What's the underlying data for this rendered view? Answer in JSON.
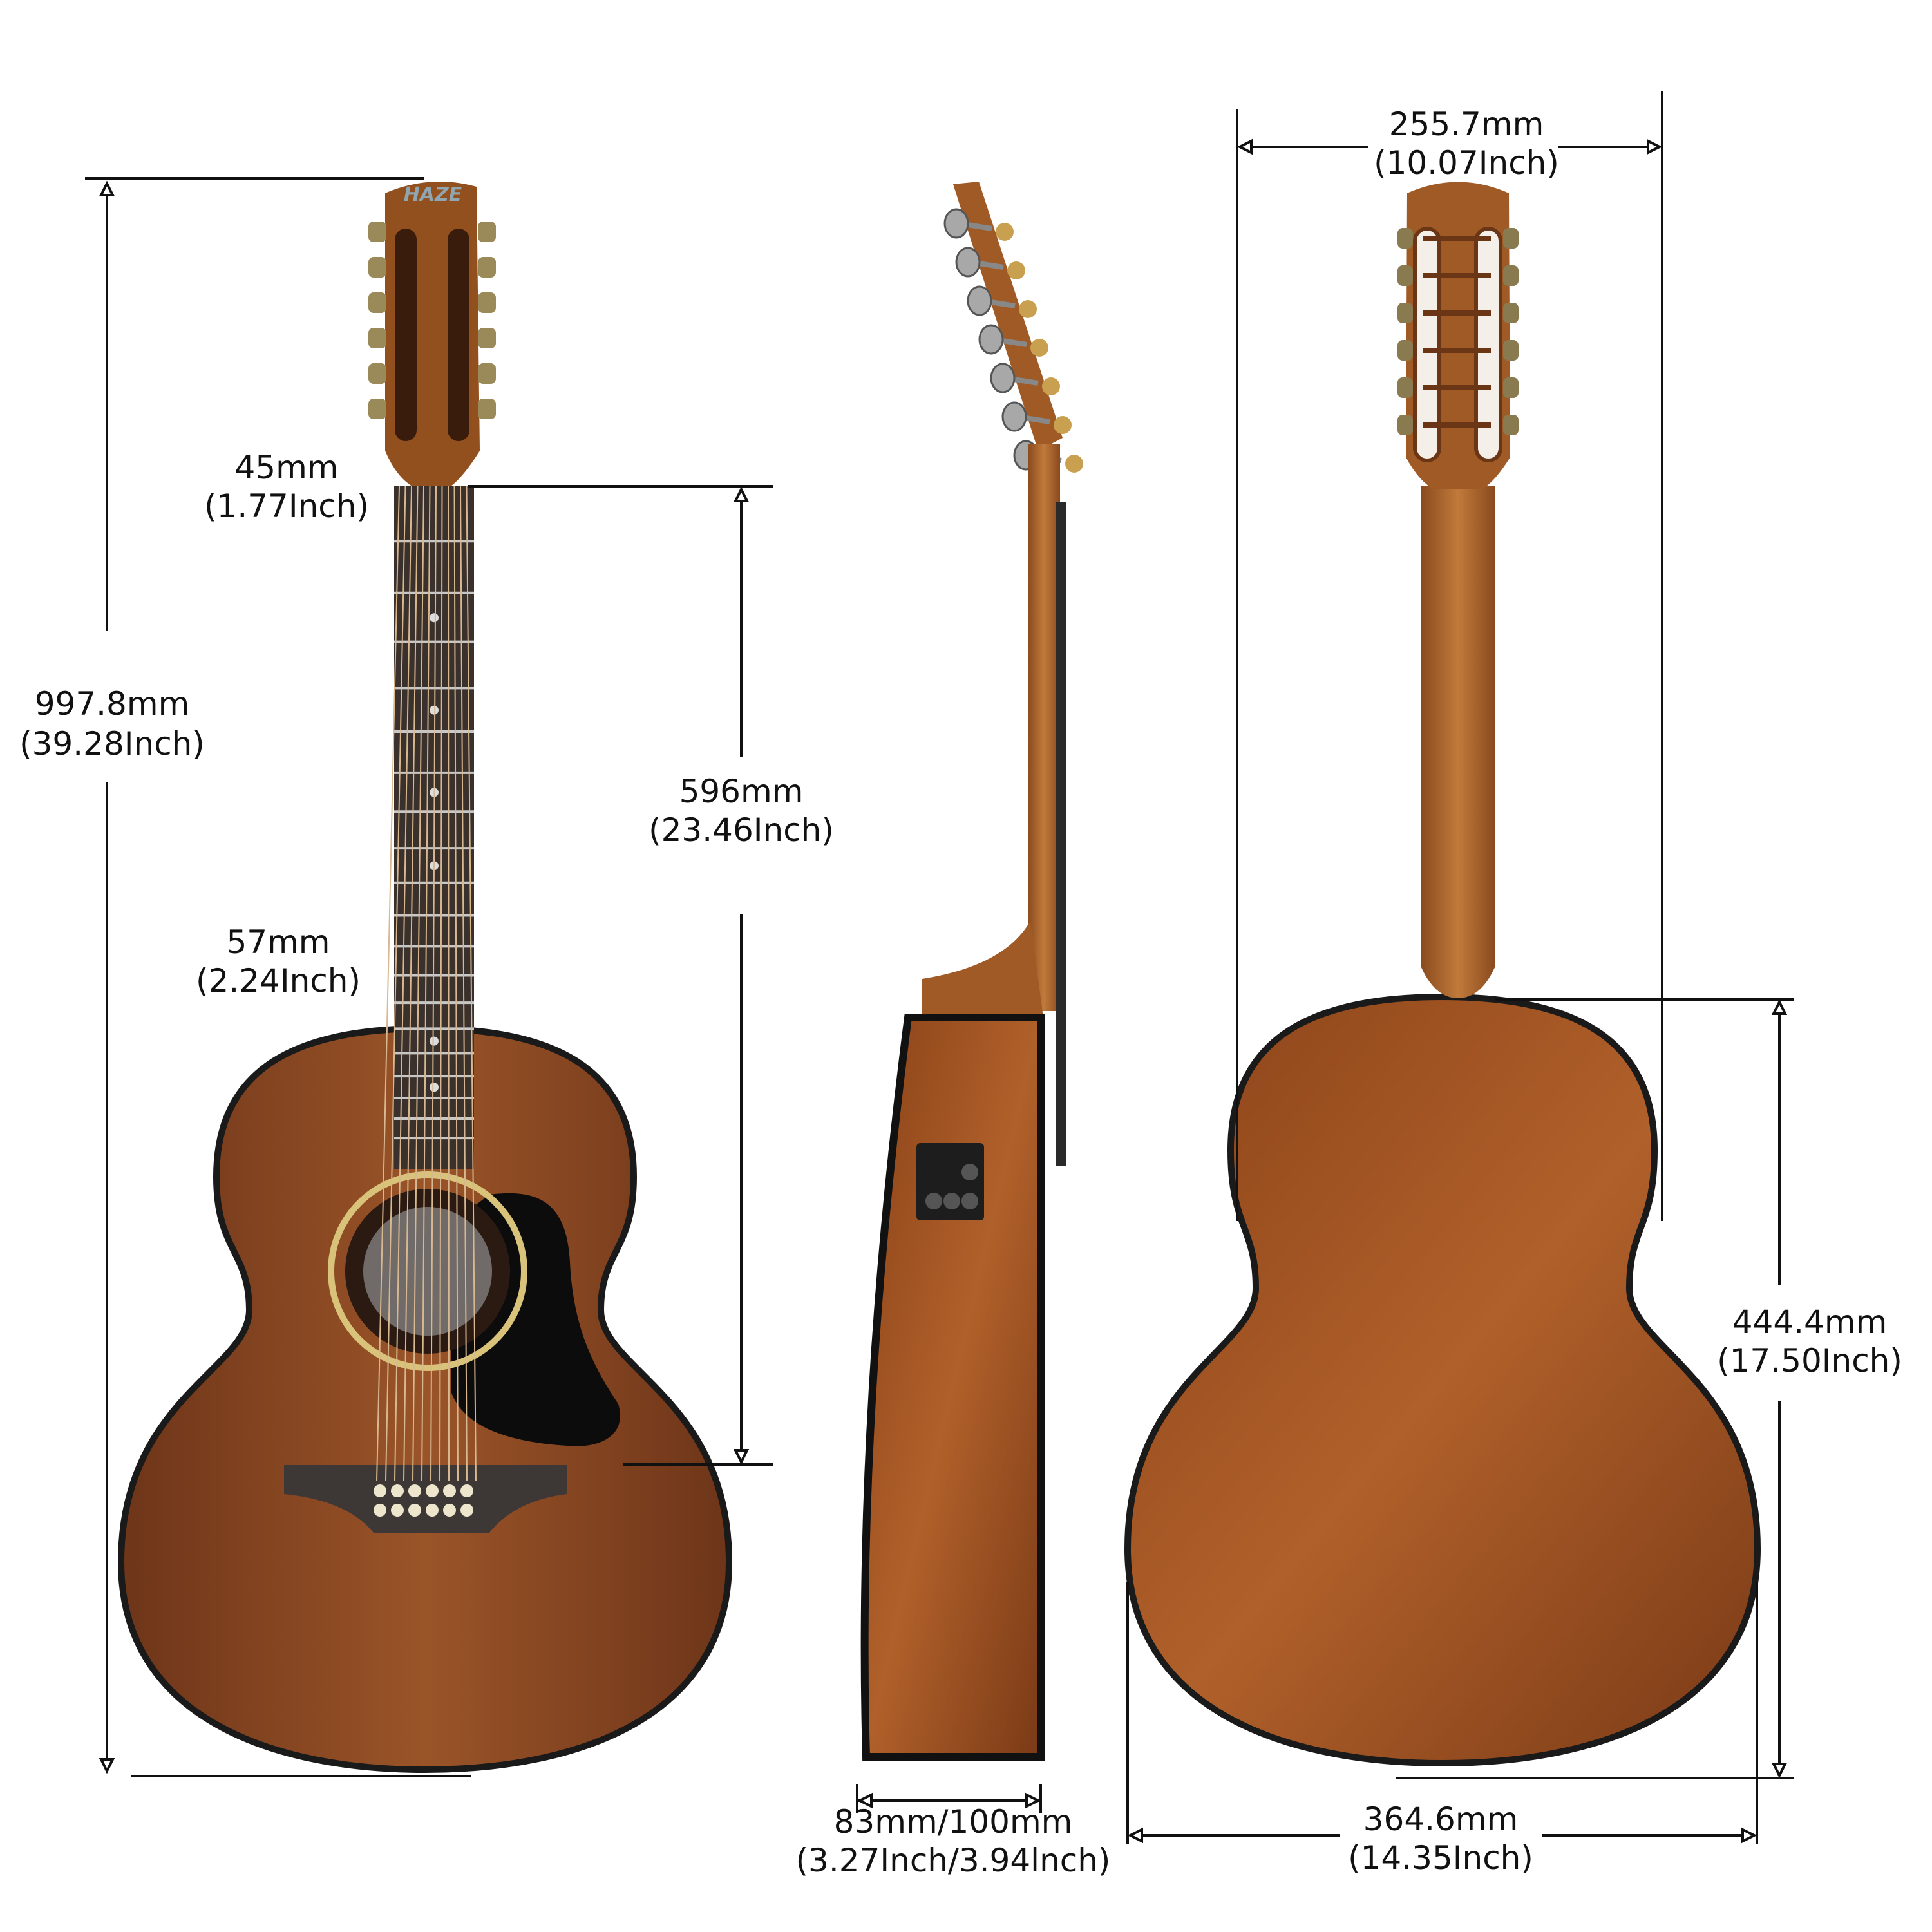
{
  "brand_logo": "HAZE",
  "colors": {
    "wood": "#8a4a24",
    "wood_light": "#b8642c",
    "fretboard": "#3a302c",
    "pickguard": "#0c0c0c",
    "binding": "#1a1a1a",
    "line": "#111111",
    "background": "#ffffff"
  },
  "dimensions": {
    "overall_length": {
      "mm": "997.8mm",
      "inch": "(39.28Inch)"
    },
    "nut_width": {
      "mm": "45mm",
      "inch": "(1.77Inch)"
    },
    "scale_length": {
      "mm": "596mm",
      "inch": "(23.46Inch)"
    },
    "fret12_width": {
      "mm": "57mm",
      "inch": "(2.24Inch)"
    },
    "body_depth": {
      "mm": "83mm/100mm",
      "inch": "(3.27Inch/3.94lnch)"
    },
    "upper_bout": {
      "mm": "255.7mm",
      "inch": "(10.07Inch)"
    },
    "body_length": {
      "mm": "444.4mm",
      "inch": "(17.50Inch)"
    },
    "lower_bout": {
      "mm": "364.6mm",
      "inch": "(14.35Inch)"
    }
  },
  "views": [
    "front-view",
    "side-view",
    "back-view"
  ]
}
